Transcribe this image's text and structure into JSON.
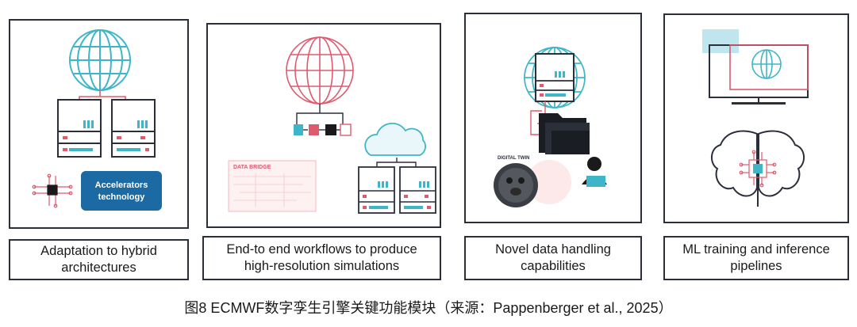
{
  "panels": [
    {
      "label": "Adaptation to hybrid\narchitectures",
      "badge": "Accelerators\ntechnology"
    },
    {
      "label": "End-to end workflows to produce\nhigh-resolution simulations",
      "badge": "DATA BRIDGE"
    },
    {
      "label": "Novel data handling\ncapabilities",
      "badge": "DIGITAL TWIN"
    },
    {
      "label": "ML training and inference\npipelines"
    }
  ],
  "caption": "图8  ECMWF数字孪生引擎关键功能模块（来源：Pappenberger et al., 2025）",
  "colors": {
    "teal": "#3fb6c8",
    "navy": "#1f3c6e",
    "pink": "#e05a6e",
    "frame": "#2b2f3a",
    "accel": "#1c6aa3"
  }
}
